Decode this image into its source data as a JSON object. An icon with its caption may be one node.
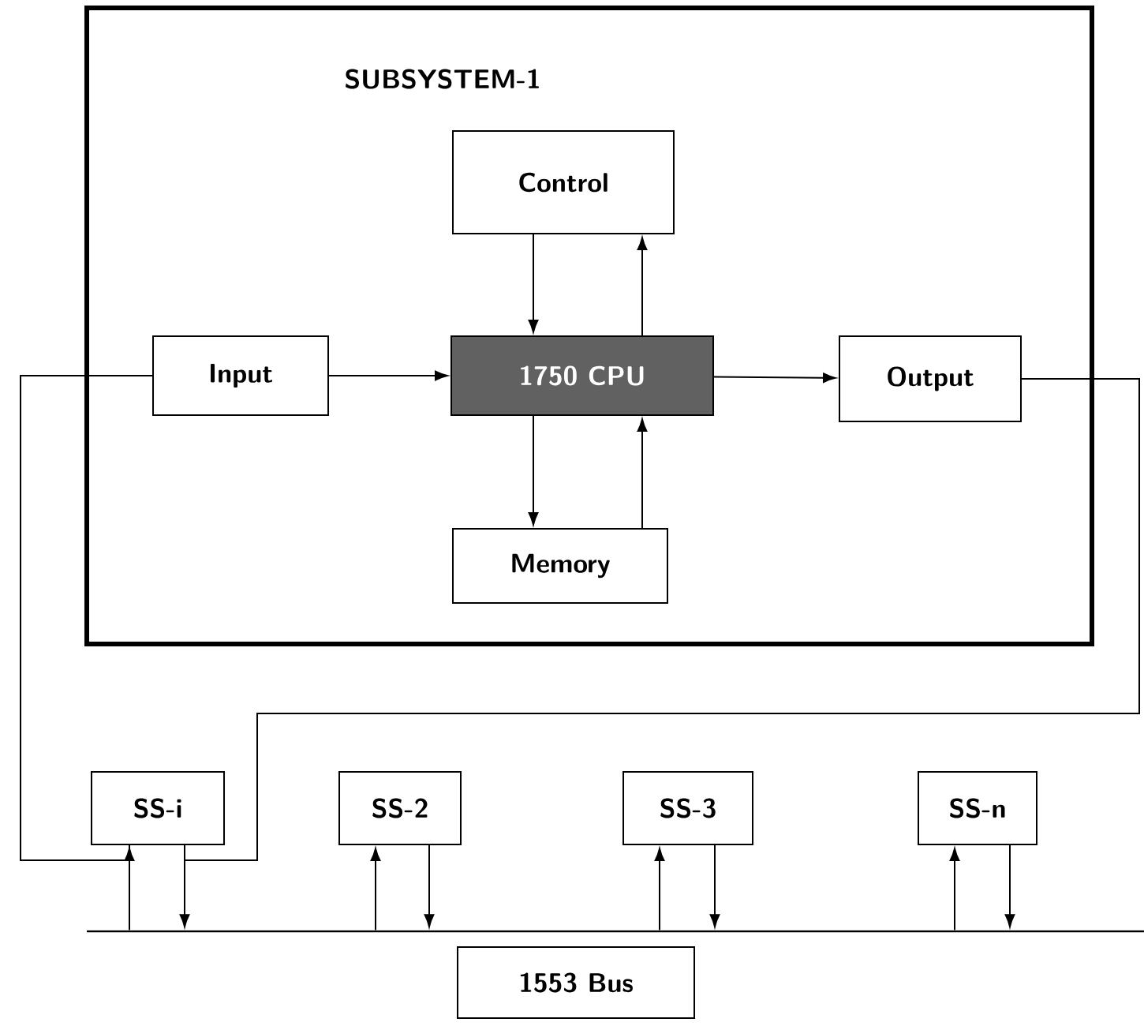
{
  "diagram": {
    "nodes": [
      {
        "text": [
          "SUBSYSTEM-1"
        ]
      },
      {
        "text": [
          "Control"
        ],
        "in": 0
      },
      {
        "text": [
          "Input"
        ],
        "in": 0
      },
      {
        "text": [
          "1750 CPU"
        ],
        "in": 0
      },
      {
        "text": [
          "Output"
        ],
        "in": 0
      },
      {
        "text": [
          "Memory"
        ],
        "in": 0
      },
      {
        "text": [
          "SS-i"
        ]
      },
      {
        "text": [
          "SS-2"
        ]
      },
      {
        "text": [
          "SS-3"
        ]
      },
      {
        "text": [
          "SS-n"
        ]
      },
      {
        "text": [],
        "shape": "bar"
      },
      {
        "text": [
          "1553 Bus"
        ]
      }
    ],
    "edges": [
      {
        "from": 2,
        "to": 3,
        "arrow": "to"
      },
      {
        "from": 3,
        "to": 4,
        "arrow": "to"
      },
      {
        "from": 1,
        "to": 3,
        "arrow": "to"
      },
      {
        "from": 3,
        "to": 1,
        "arrow": "to"
      },
      {
        "from": 3,
        "to": 5,
        "arrow": "to"
      },
      {
        "from": 5,
        "to": 3,
        "arrow": "to"
      },
      {
        "from": 2,
        "to": 6,
        "arrow": "none"
      },
      {
        "from": 4,
        "to": 6,
        "arrow": "none"
      },
      {
        "from": 10,
        "to": 6,
        "arrow": "to"
      },
      {
        "from": 6,
        "to": 10,
        "arrow": "to"
      },
      {
        "from": 10,
        "to": 7,
        "arrow": "to"
      },
      {
        "from": 7,
        "to": 10,
        "arrow": "to"
      },
      {
        "from": 10,
        "to": 8,
        "arrow": "to"
      },
      {
        "from": 8,
        "to": 10,
        "arrow": "to"
      },
      {
        "from": 10,
        "to": 9,
        "arrow": "to"
      },
      {
        "from": 9,
        "to": 10,
        "arrow": "to"
      }
    ]
  }
}
